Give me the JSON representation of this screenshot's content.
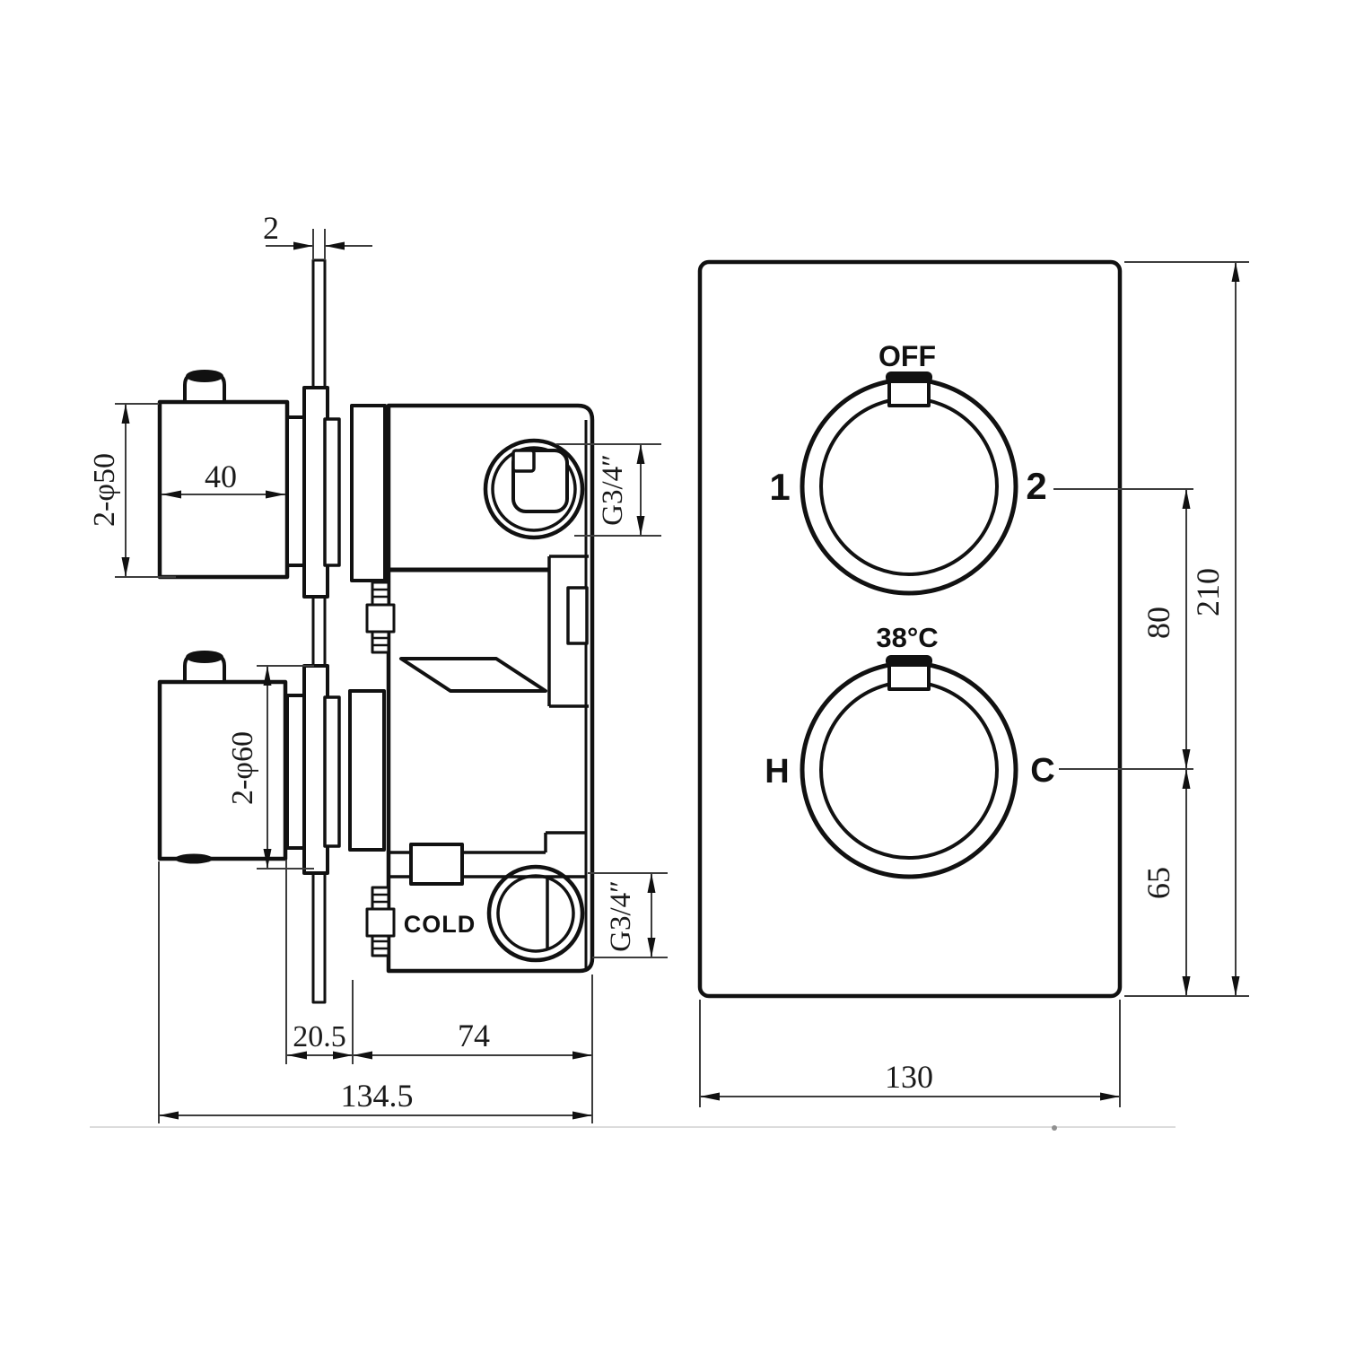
{
  "drawing": {
    "side_view": {
      "labels": {
        "cold_inlet": "COLD"
      },
      "dimensions": {
        "plate_thickness": "2",
        "handle_length": "40",
        "handle_diameter": "2-φ50",
        "trim_diameter": "2-φ60",
        "plate_to_body": "20.5",
        "body_depth": "74",
        "total_depth": "134.5",
        "top_port_thread": "G3/4″",
        "bottom_port_thread": "G3/4″"
      }
    },
    "front_view": {
      "labels": {
        "diverter_off": "OFF",
        "position_1": "1",
        "position_2": "2",
        "temperature": "38°C",
        "hot": "H",
        "cold": "C"
      },
      "dimensions": {
        "handle_centres": "80",
        "centre_to_bottom": "65",
        "plate_height": "210",
        "plate_width": "130"
      }
    },
    "colors": {
      "line": "#111111",
      "dimension_line": "#3d3d3d",
      "background": "#ffffff",
      "artifact_line": "#dcdcdc"
    }
  }
}
